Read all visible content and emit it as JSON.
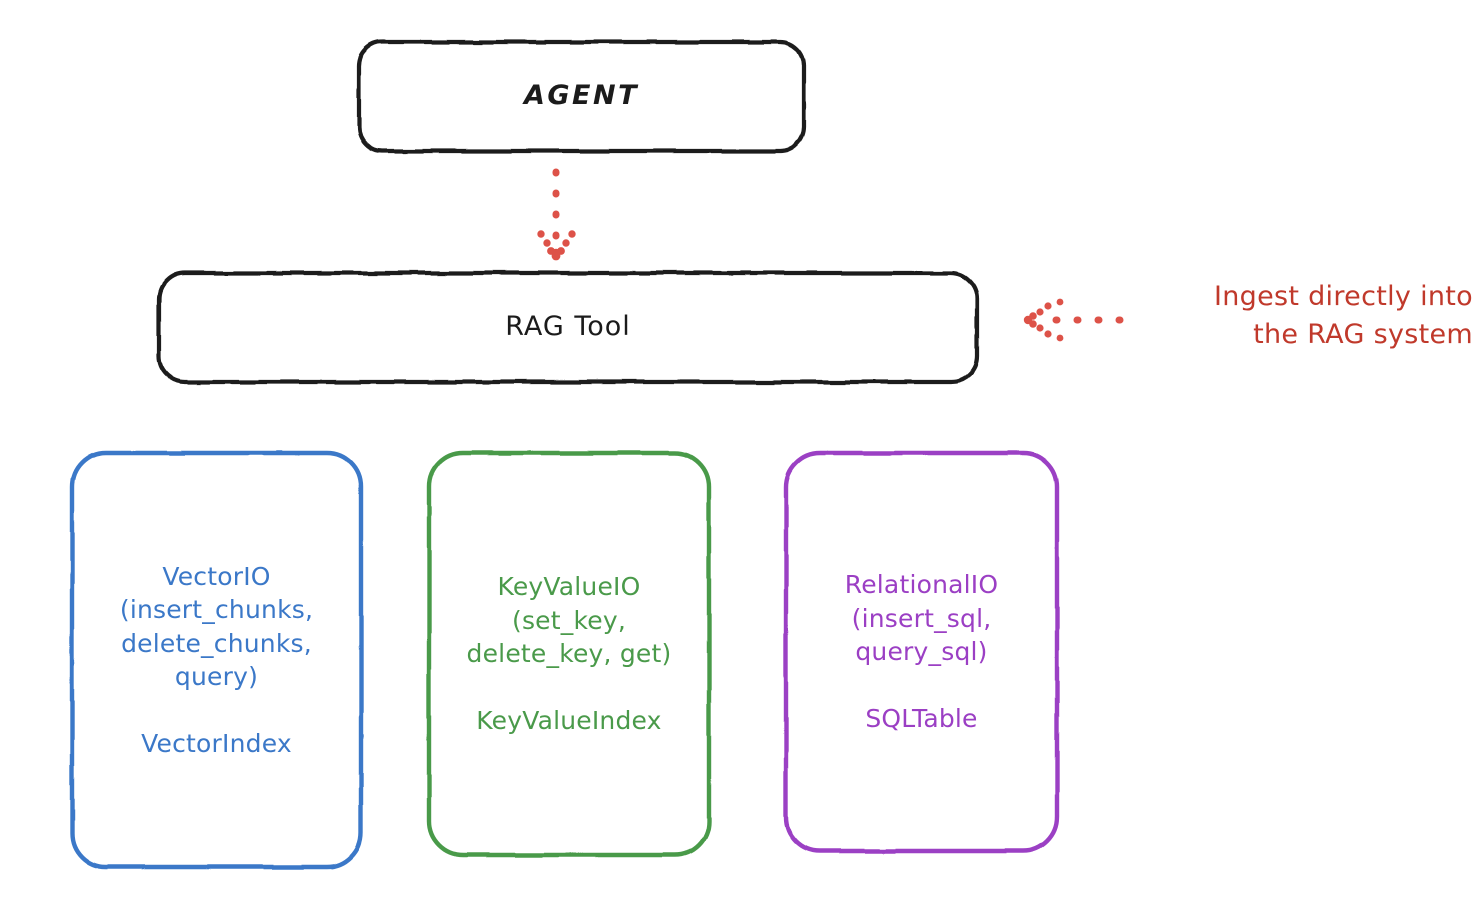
{
  "diagram": {
    "title": "RAG Tool storage abstraction diagram",
    "background": "#ffffff",
    "colors": {
      "stroke_black": "#1b1b1b",
      "vector_blue": "#3b78c8",
      "keyvalue_green": "#4a9a4a",
      "relational_purple": "#9b3fc4",
      "annotation_red": "#c0392b",
      "arrow_red": "#dd5248"
    },
    "nodes": {
      "agent": {
        "label": "AGENT",
        "color": "#1b1b1b"
      },
      "rag_tool": {
        "label": "RAG Tool",
        "color": "#1b1b1b"
      },
      "vector_io": {
        "label": "VectorIO\n(insert_chunks,\ndelete_chunks,\nquery)\n\nVectorIndex",
        "interface": "VectorIO",
        "methods": [
          "insert_chunks",
          "delete_chunks",
          "query"
        ],
        "index": "VectorIndex",
        "color": "#3b78c8"
      },
      "key_value_io": {
        "label": "KeyValueIO\n(set_key,\ndelete_key, get)\n\nKeyValueIndex",
        "interface": "KeyValueIO",
        "methods": [
          "set_key",
          "delete_key",
          "get"
        ],
        "index": "KeyValueIndex",
        "color": "#4a9a4a"
      },
      "relational_io": {
        "label": "RelationalIO\n(insert_sql,\nquery_sql)\n\nSQLTable",
        "interface": "RelationalIO",
        "methods": [
          "insert_sql",
          "query_sql"
        ],
        "index": "SQLTable",
        "color": "#9b3fc4"
      }
    },
    "annotations": {
      "ingest": {
        "text": "Ingest directly into\nthe RAG system",
        "color": "#c0392b"
      }
    },
    "connectors": {
      "agent_to_rag": {
        "name": "agent-to-rag-tool-arrow",
        "style": "dotted",
        "direction": "down",
        "color": "#dd5248"
      },
      "ingest_to_rag": {
        "name": "ingest-to-rag-tool-arrow",
        "style": "dotted",
        "direction": "left",
        "color": "#dd5248"
      }
    }
  }
}
